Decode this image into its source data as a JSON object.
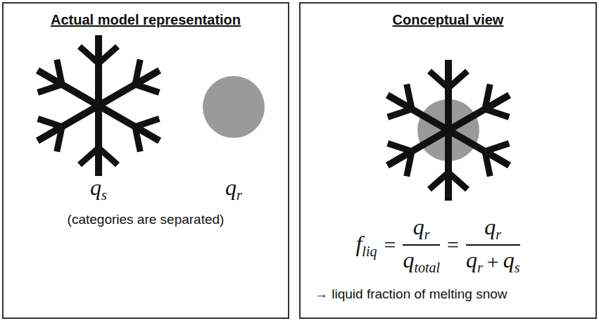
{
  "diagram": {
    "nodes": [
      {
        "text": [
          "Actual model representation",
          "(categories are separated)"
        ]
      },
      {
        "text": [
          "Conceptual view",
          "→ liquid fraction of melting snow"
        ]
      }
    ],
    "labels": [
      "q",
      "s",
      "q",
      "r",
      "f",
      "liq",
      "=",
      "q",
      "r",
      "q",
      "total",
      "=",
      "q",
      "r",
      "q",
      "r",
      "+",
      "q",
      "s"
    ]
  }
}
